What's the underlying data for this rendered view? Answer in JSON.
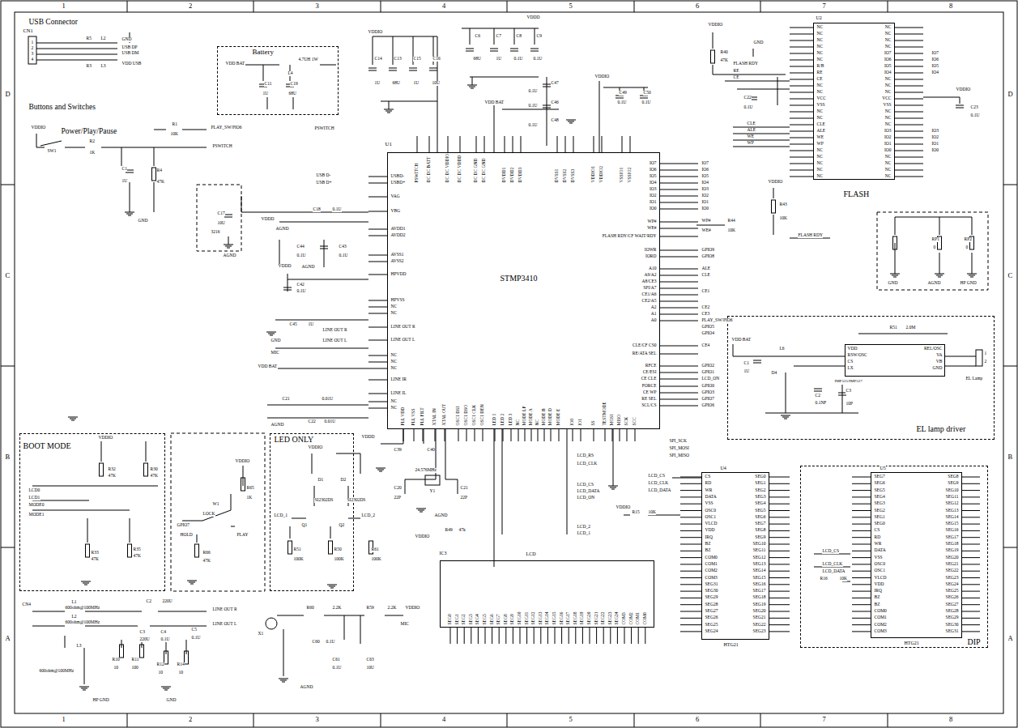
{
  "diagram": {
    "nodes": [
      {
        "text": [
          "Battery"
        ]
      },
      {
        "text": [
          "BOOT MODE"
        ]
      },
      {
        "text": [
          "LED ONLY"
        ]
      },
      {
        "text": [
          "U1",
          "STMP3410"
        ]
      },
      {
        "text": [
          "U2",
          "FLASH"
        ]
      },
      {
        "text": [
          "EL lamp driver"
        ]
      },
      {
        "text": [
          "IMP525/IMP527"
        ],
        "in": 5
      },
      {
        "text": [
          "IC3",
          "LCD"
        ]
      },
      {
        "text": [
          "U4",
          "HTG21"
        ]
      },
      {
        "text": [
          "DIP"
        ]
      },
      {
        "text": [
          "U5",
          "HTG21"
        ],
        "in": 9
      }
    ],
    "labels": [
      "1",
      "2",
      "3",
      "4",
      "5",
      "6",
      "7",
      "8",
      "1",
      "2",
      "3",
      "4",
      "5",
      "6",
      "7",
      "8",
      "D",
      "C",
      "B",
      "A",
      "D",
      "C",
      "B",
      "A",
      "USB Connector",
      "CN1",
      "1",
      "2",
      "3",
      "4",
      "R5",
      "L2",
      "R3",
      "L3",
      "GND",
      "USB DP",
      "USB DM",
      "VDD USB",
      "Buttons and Switches",
      "Power/Play/Pause",
      "VDDIO",
      "SW1",
      "R1",
      "10K",
      "R2",
      "1K",
      "PLAY_SW/PIO6",
      "PSWITCH",
      "C1",
      "1U",
      "R4",
      "47K",
      "GND",
      "VDD BAT",
      "L4",
      "4.7UH 1W",
      "C11",
      "1U",
      "C19",
      "68U",
      "VDDIO",
      "C14",
      "1U",
      "C13",
      "68U",
      "C15",
      "1U",
      "C16",
      "10U",
      "VDDD",
      "C6",
      "68U",
      "C7",
      "1U",
      "C8",
      "0.1U",
      "C9",
      "0.1U",
      "VDD BAT",
      "C47",
      "0.1U",
      "C46",
      "0.1U",
      "C48",
      "0.1U",
      "VDDIO",
      "C49",
      "0.1U",
      "C50",
      "0.1U",
      "PSWITCH",
      "USB D-",
      "USB D+",
      "C17",
      "10U",
      "3216",
      "AGND",
      "VDDD",
      "AGND",
      "C18",
      "0.1U",
      "C44",
      "0.1U",
      "C43",
      "0.1U",
      "AGND",
      "VDDD",
      "C42",
      "0.1U",
      "GND",
      "C45",
      "1U",
      "LINE OUT R",
      "LINE OUT L",
      "MIC",
      "VDD BAT",
      "C21",
      "0.01U",
      "C22",
      "0.01U",
      "AGND",
      "PSWITCH",
      "DC DC BATT",
      "DC DC VDDIO",
      "DC DC VDDD",
      "DC DC GND",
      "DC DC GND",
      "DVDD1",
      "DVDD2",
      "DVDD3",
      "DVSS1",
      "DVSS2",
      "DVSS3",
      "VDDIO1",
      "VDDIO2",
      "VSSIO1",
      "VSSIO2",
      "USBD-",
      "USBD+",
      "VAG",
      "VBG",
      "AVDD1",
      "AVDD2",
      "AVSS1",
      "AVSS2",
      "HPVDD",
      "HPVSS",
      "NC",
      "NC",
      "LINE OUT R",
      "LINE OUT L",
      "NC",
      "NC",
      "NC",
      "LINE IR",
      "LINE IL",
      "NC",
      "NC",
      "IO7",
      "IO6",
      "IO5",
      "IO4",
      "IO3",
      "IO2",
      "IO1",
      "IO0",
      "WP#",
      "WE#",
      "FLASH RDY/CF WAIT/RDY",
      "IOWR",
      "IORD",
      "A10",
      "A9/A2",
      "A8/CE3",
      "SPI/A7",
      "CE1/A6",
      "CE2/A5",
      "A2",
      "A1",
      "A0",
      "CLE/CF CS0",
      "RE/ATA SEL",
      "RFCE",
      "CE/ESI",
      "CE CLE",
      "FORCE",
      "CE WP",
      "RE SEL",
      "SCL/CS",
      "IO7",
      "IO6",
      "IO5",
      "IO4",
      "IO3",
      "IO2",
      "IO1",
      "IO0",
      "WP#",
      "WE#",
      "R44",
      "10K",
      "VDDIO",
      "R43",
      "10K",
      "FLASH RDY",
      "GPIO9",
      "GPIO8",
      "ALE",
      "CLE",
      "CE1",
      "CE2",
      "CE3",
      "PLAY_SW/PIO6",
      "GPIO5",
      "GPIO4",
      "CE4",
      "GPIO2",
      "GPIO1",
      "LCD_ON",
      "GPIO0",
      "GPIO3",
      "GPIO7",
      "GPIO6",
      "PLL VDD",
      "PLL VSS",
      "PLL FILT",
      "XTAL IN",
      "XTAL OUT",
      "OSC1 DSI",
      "OSC1 DSO",
      "OSC1 CLK",
      "OSC1 DEN",
      "LED 1",
      "LED 2",
      "LED 3",
      "NC",
      "MODE LP",
      "MODE A",
      "NC",
      "MODE B",
      "MODE D",
      "MODE E",
      "IO0",
      "IO1",
      "SS",
      "TESTMODE",
      "MOSI",
      "MISO",
      "SCK",
      "SCC",
      "VDDD",
      "C39",
      "C40",
      "Y1",
      "24.576MHz",
      "C20",
      "22P",
      "C21",
      "22P",
      "AGND",
      "R49",
      "47k",
      "VDDIO",
      "SPI_SCK",
      "SPI_MOSI",
      "SPI_MISO",
      "LCD_RS",
      "LCD_CLK",
      "LCD_CS",
      "LCD_DATA",
      "LCD_ON",
      "LCD_2",
      "LCD_1",
      "VDDIO",
      "R40",
      "47K",
      "FLASH RDY",
      "RE",
      "CE",
      "GND",
      "C22",
      "0.1U",
      "CLE",
      "ALE",
      "WE",
      "WP",
      "VDDIO",
      "C23",
      "0.1U",
      "NC",
      "NC",
      "NC",
      "NC",
      "NC",
      "NC",
      "R/B",
      "RE",
      "CE",
      "NC",
      "NC",
      "VCC",
      "VSS",
      "NC",
      "NC",
      "CLE",
      "ALE",
      "WE",
      "WP",
      "NC",
      "NC",
      "NC",
      "NC",
      "NC",
      "NC",
      "NC",
      "NC",
      "NC",
      "IO7",
      "IO6",
      "IO5",
      "IO4",
      "NC",
      "NC",
      "NC",
      "VCC",
      "VSS",
      "NC",
      "NC",
      "NC",
      "IO3",
      "IO2",
      "IO1",
      "IO0",
      "NC",
      "NC",
      "NC",
      "NC",
      "IO7",
      "IO6",
      "IO5",
      "IO4",
      "IO3",
      "IO2",
      "IO1",
      "IO0",
      "RP1",
      "0",
      "RP2",
      "0",
      "GND",
      "AGND",
      "HP GND",
      "VDD BAT",
      "C1",
      "1U",
      "D4",
      "L6",
      "C2",
      "0.1NF",
      "C3",
      "10P",
      "R51",
      "2.0M",
      "VDD",
      "RSW/OSC",
      "CS",
      "LX",
      "REL/OSC",
      "VA",
      "VB",
      "GND",
      "EL Lamp",
      "1",
      "2",
      "VDDIO",
      "R32",
      "47K",
      "R30",
      "47K",
      "LCD0",
      "LCD1",
      "MODE0",
      "MODE1",
      "R33",
      "47K",
      "R35",
      "47K",
      "VDDIO",
      "R65",
      "1K",
      "W1",
      "LOCK",
      "GPIO7",
      "HOLD",
      "PLAY",
      "R66",
      "47K",
      "VDDIO",
      "D1",
      "D2",
      "SI2302DS",
      "SI2302DS",
      "LCD_1",
      "LCD_2",
      "Q1",
      "Q2",
      "R51",
      "100K",
      "R50",
      "100K",
      "R61",
      "100K",
      "CN4",
      "L1",
      "600ohm@100MHz",
      "L2",
      "600ohm@100MHz",
      "C2",
      "220U",
      "C3",
      "220U",
      "C4",
      "0.1U",
      "C5",
      "0.1U",
      "LINE OUT R",
      "LINE OUT L",
      "L3",
      "600ohm@100MHz",
      "R10",
      "10",
      "R11",
      "100",
      "R12",
      "10",
      "R14",
      "10",
      "HP GND",
      "GND",
      "X1",
      "R60",
      "2.2K",
      "R59",
      "2.2K",
      "VDDIO",
      "C60",
      "0.1U",
      "C61",
      "0.1U",
      "C63",
      "10U",
      "MIC",
      "AGND",
      "SEG0",
      "SEG1",
      "SEG2",
      "SEG3",
      "SEG4",
      "SEG5",
      "SEG6",
      "SEG7",
      "SEG8",
      "SEG9",
      "SEG10",
      "SEG11",
      "SEG12",
      "SEG13",
      "SEG14",
      "SEG15",
      "SEG16",
      "SEG17",
      "SEG18",
      "SEG19",
      "SEG20",
      "SEG21",
      "SEG22",
      "SEG23",
      "SEG24",
      "COM3",
      "COM2",
      "COM1",
      "COM0",
      "CS",
      "RD",
      "WR",
      "DATA",
      "VSS",
      "OSC0",
      "OSC1",
      "VLCD",
      "VDD",
      "IRQ",
      "BZ",
      "BZ",
      "COM0",
      "COM1",
      "COM2",
      "COM3",
      "SEG31",
      "SEG30",
      "SEG29",
      "SEG28",
      "SEG27",
      "SEG26",
      "SEG25",
      "SEG24",
      "SEG0",
      "SEG1",
      "SEG2",
      "SEG3",
      "SEG4",
      "SEG5",
      "SEG6",
      "SEG7",
      "SEG8",
      "SEG9",
      "SEG10",
      "SEG11",
      "SEG12",
      "SEG13",
      "SEG14",
      "SEG15",
      "SEG16",
      "SEG17",
      "SEG18",
      "SEG19",
      "SEG20",
      "SEG21",
      "SEG22",
      "SEG23",
      "LCD_CS",
      "LCD_CLK",
      "LCD_DATA",
      "VDDIO",
      "R15",
      "10K",
      "SEG7",
      "SEG6",
      "SEG5",
      "SEG4",
      "SEG3",
      "SEG2",
      "SEG1",
      "SEG0",
      "CS",
      "RD",
      "WR",
      "DATA",
      "VSS",
      "OSC0",
      "OSC1",
      "VLCD",
      "VDD",
      "IRQ",
      "BZ",
      "BZ",
      "COM0",
      "COM1",
      "COM2",
      "COM3",
      "SEG8",
      "SEG9",
      "SEG10",
      "SEG11",
      "SEG12",
      "SEG13",
      "SEG14",
      "SEG15",
      "SEG16",
      "SEG17",
      "SEG18",
      "SEG19",
      "SEG20",
      "SEG21",
      "SEG22",
      "SEG23",
      "SEG24",
      "SEG25",
      "SEG26",
      "SEG27",
      "SEG28",
      "SEG29",
      "SEG30",
      "SEG31",
      "LCD_CS",
      "LCD_CLK",
      "LCD_DATA",
      "R16",
      "10K"
    ]
  }
}
